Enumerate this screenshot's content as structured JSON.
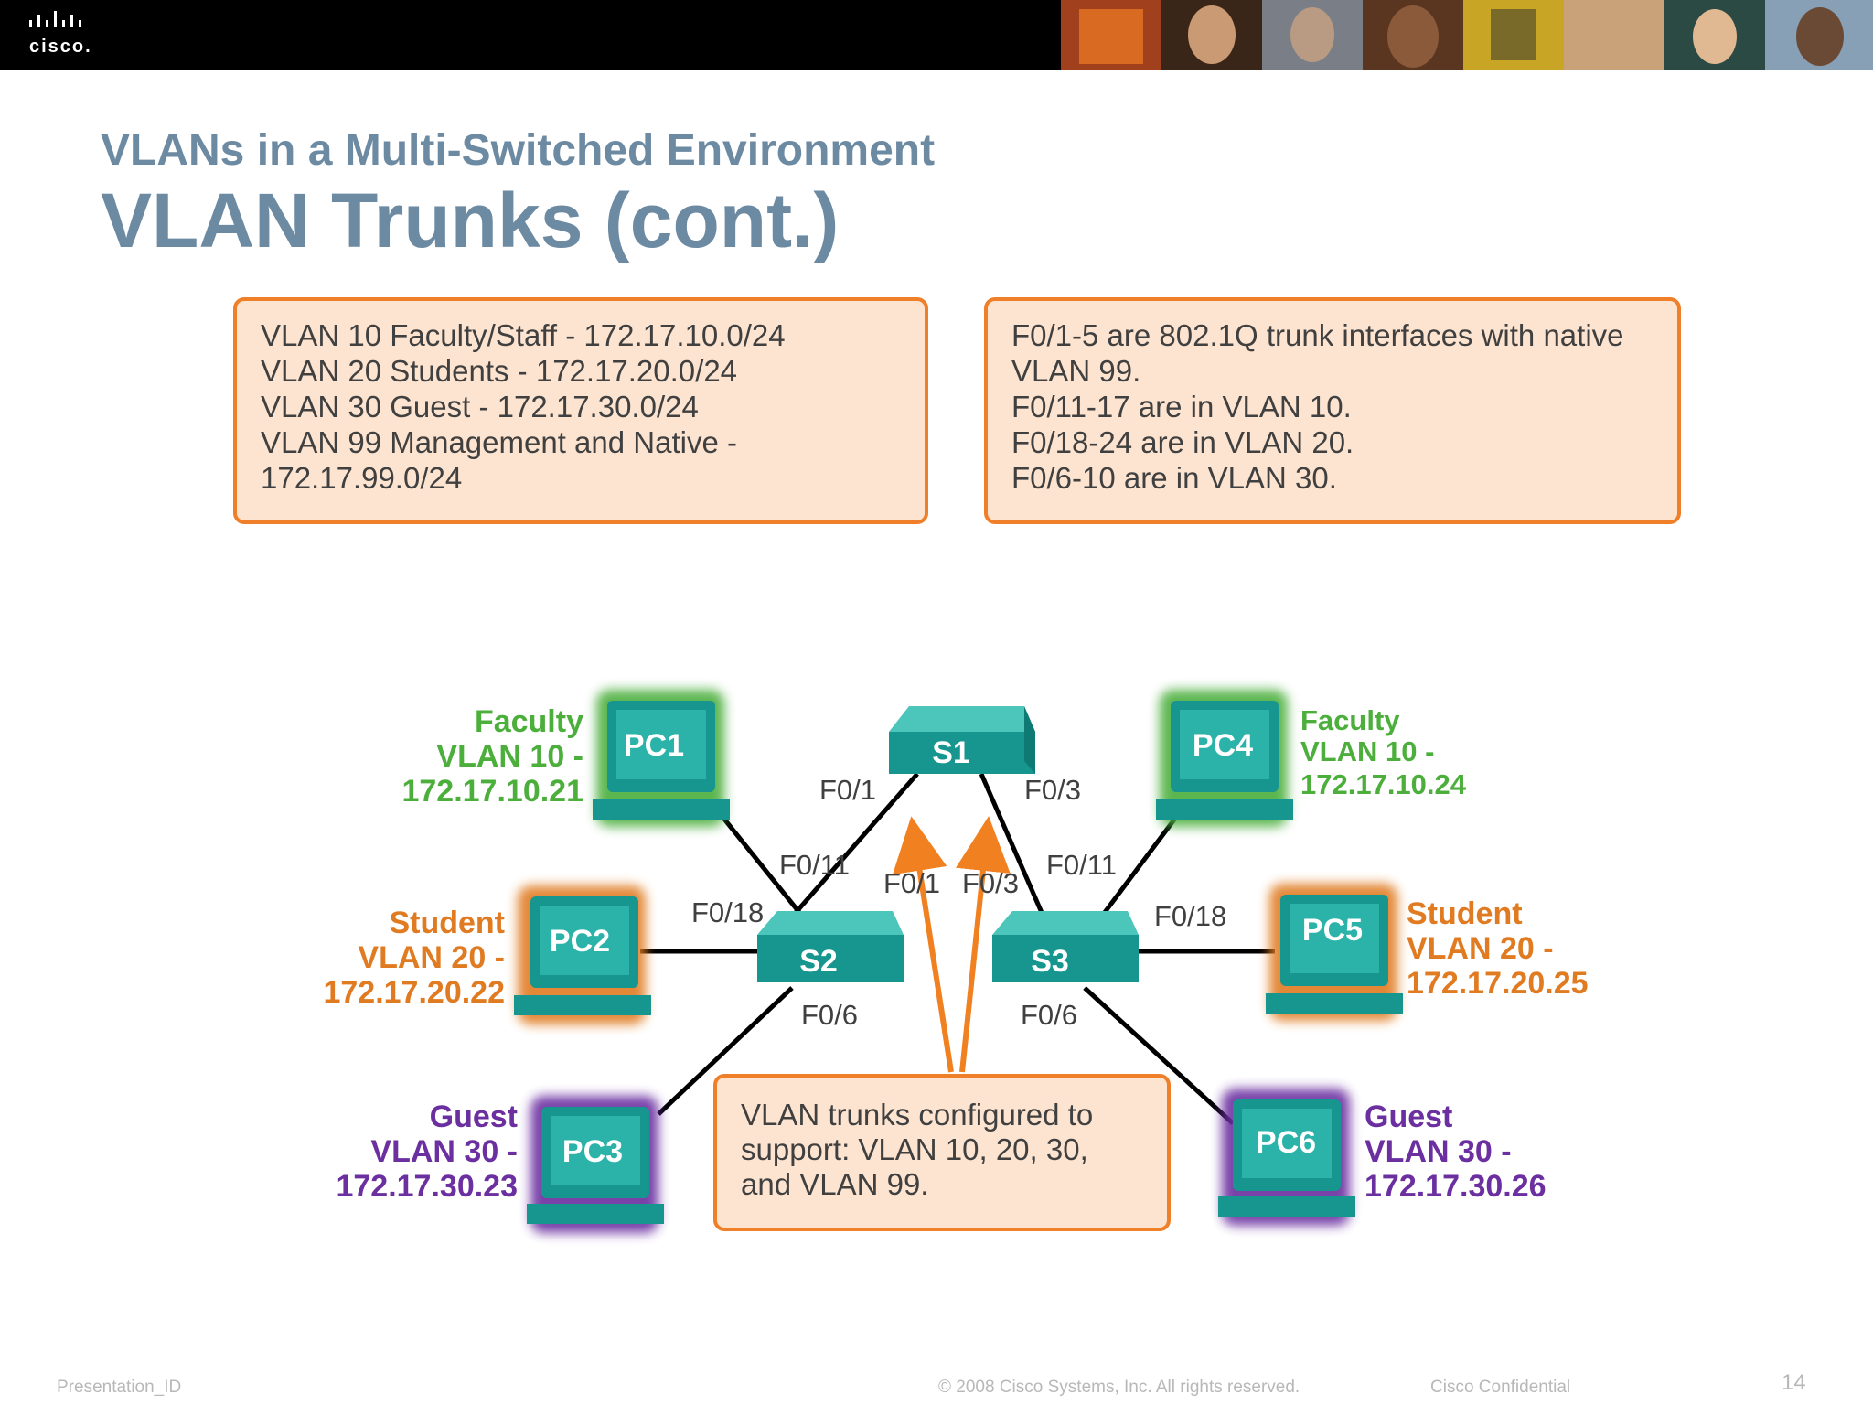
{
  "header": {
    "logo_text": "cisco.",
    "logo_icon": "cisco-bridge-logo-icon",
    "photo_strip": "people-photo-strip"
  },
  "slide": {
    "subtitle": "VLANs in a Multi-Switched Environment",
    "title": "VLAN Trunks (cont.)"
  },
  "box_left": {
    "lines": [
      "VLAN 10 Faculty/Staff - 172.17.10.0/24",
      "VLAN 20 Students - 172.17.20.0/24",
      "VLAN 30 Guest - 172.17.30.0/24",
      "VLAN 99 Management and Native -",
      "172.17.99.0/24"
    ]
  },
  "box_right": {
    "lines": [
      "F0/1-5 are 802.1Q trunk interfaces with native",
      "VLAN 99.",
      "F0/11-17 are in VLAN 10.",
      "F0/18-24 are in VLAN 20.",
      "F0/6-10 are in VLAN 30."
    ]
  },
  "diagram": {
    "switches": {
      "s1": "S1",
      "s2": "S2",
      "s3": "S3"
    },
    "pcs": {
      "pc1": {
        "name": "PC1",
        "line1": "Faculty",
        "line2": "VLAN 10 -",
        "ip": "172.17.10.21"
      },
      "pc2": {
        "name": "PC2",
        "line1": "Student",
        "line2": "VLAN 20 -",
        "ip": "172.17.20.22"
      },
      "pc3": {
        "name": "PC3",
        "line1": "Guest",
        "line2": "VLAN 30 -",
        "ip": "172.17.30.23"
      },
      "pc4": {
        "name": "PC4",
        "line1": "Faculty",
        "line2": "VLAN 10 -",
        "ip": "172.17.10.24"
      },
      "pc5": {
        "name": "PC5",
        "line1": "Student",
        "line2": "VLAN 20 -",
        "ip": "172.17.20.25"
      },
      "pc6": {
        "name": "PC6",
        "line1": "Guest",
        "line2": "VLAN 30 -",
        "ip": "172.17.30.26"
      }
    },
    "ports": {
      "s1_f01": "F0/1",
      "s1_f03": "F0/3",
      "s2_f011": "F0/11",
      "s2_f01": "F0/1",
      "s2_f018": "F0/18",
      "s2_f06": "F0/6",
      "s3_f03": "F0/3",
      "s3_f011": "F0/11",
      "s3_f018": "F0/18",
      "s3_f06": "F0/6"
    },
    "colors": {
      "faculty": "#4caf3c",
      "student": "#e07b22",
      "guest": "#6b2fa0",
      "device": "#16968f",
      "trunk_arrow": "#f08020"
    }
  },
  "box_trunk": {
    "lines": [
      "VLAN trunks configured to",
      "support: VLAN 10, 20, 30,",
      "and VLAN 99."
    ]
  },
  "footer": {
    "presentation_id": "Presentation_ID",
    "copyright": "© 2008 Cisco Systems, Inc. All rights reserved.",
    "confidential": "Cisco Confidential",
    "page_number": "14"
  }
}
